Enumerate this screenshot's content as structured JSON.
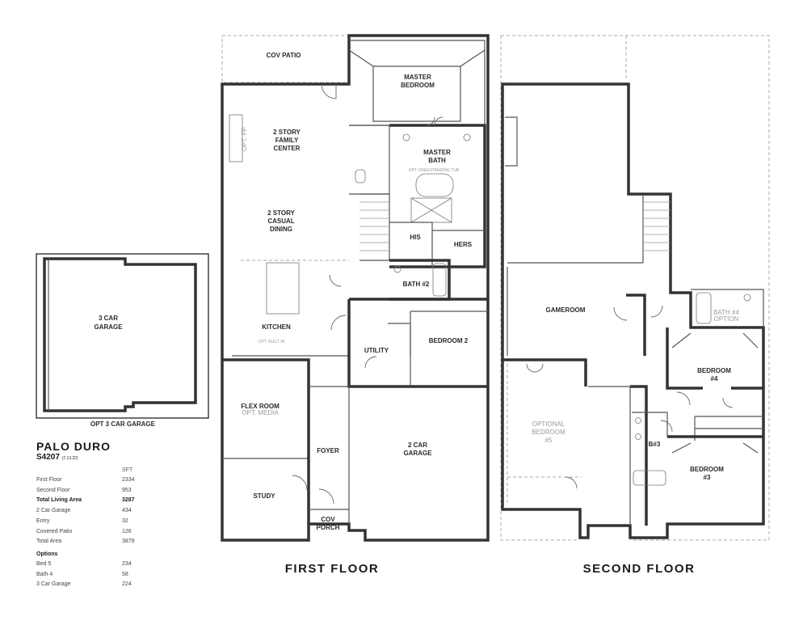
{
  "plan": {
    "name": "PALO DURO",
    "code": "S4207",
    "date": "(7.13.22)"
  },
  "floors": {
    "first": "FIRST FLOOR",
    "second": "SECOND FLOOR"
  },
  "garage_option": {
    "room": [
      "3 CAR",
      "GARAGE"
    ],
    "caption": "OPT 3 CAR GARAGE"
  },
  "first_floor_rooms": {
    "cov_patio": "COV PATIO",
    "master_bedroom": [
      "MASTER",
      "BEDROOM"
    ],
    "family": [
      "2 STORY",
      "FAMILY",
      "CENTER"
    ],
    "opt_fp": "OPT. FP",
    "master_bath": [
      "MASTER",
      "BATH"
    ],
    "opt_tub": "OPT. FREESTANDING TUB",
    "dining": [
      "2 STORY",
      "CASUAL",
      "DINING"
    ],
    "his": "HIS",
    "hers": "HERS",
    "bath2": "BATH #2",
    "kitchen": "KITCHEN",
    "opt_built_in": "OPT. BUILT IN",
    "utility": "UTILITY",
    "bedroom2": "BEDROOM 2",
    "flex_room": "FLEX ROOM",
    "opt_media": "OPT. MEDIA",
    "foyer": "FOYER",
    "garage2": [
      "2 CAR",
      "GARAGE"
    ],
    "study": "STUDY",
    "cov_porch": [
      "COV",
      "PORCH"
    ]
  },
  "second_floor_rooms": {
    "gameroom": "GAMEROOM",
    "bath4_option": [
      "BATH #4",
      "OPTION"
    ],
    "bedroom4": [
      "BEDROOM",
      "#4"
    ],
    "optional_bedroom5": [
      "OPTIONAL",
      "BEDROOM",
      "#5"
    ],
    "b3": "B#3",
    "bedroom3": [
      "BEDROOM",
      "#3"
    ]
  },
  "sqft": {
    "header": "SFT",
    "rows": [
      {
        "label": "First Floor",
        "value": "2334",
        "bold": false
      },
      {
        "label": "Second Floor",
        "value": "953",
        "bold": false
      },
      {
        "label": "Total Living Area",
        "value": "3287",
        "bold": true
      },
      {
        "label": "2 Car Garage",
        "value": "434",
        "bold": false
      },
      {
        "label": "Entry",
        "value": "32",
        "bold": false
      },
      {
        "label": "Covered Patio",
        "value": "126",
        "bold": false
      },
      {
        "label": "Total Area",
        "value": "3879",
        "bold": false
      }
    ],
    "options_header": "Options",
    "options": [
      {
        "label": "Bed 5",
        "value": "234"
      },
      {
        "label": "Bath 4",
        "value": "58"
      },
      {
        "label": "3 Car Garage",
        "value": "224"
      }
    ]
  }
}
